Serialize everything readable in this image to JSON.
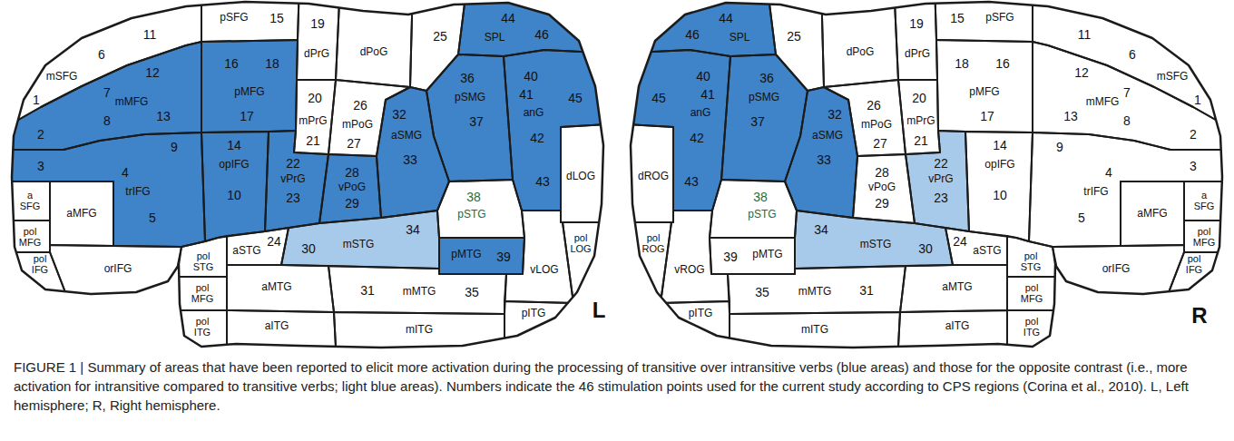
{
  "diagram": {
    "caption": "FIGURE 1 | Summary of areas that have been reported to elicit more activation during the processing of transitive over intransitive verbs (blue areas) and those for the opposite contrast (i.e., more activation for intransitive compared to transitive verbs; light blue areas). Numbers indicate the 46 stimulation points used for the current study according to CPS regions (Corina et al., 2010). L, Left hemisphere; R, Right hemisphere.",
    "labels": [
      "pSFG",
      "15",
      "11",
      "6",
      "mSFG",
      "1",
      "12",
      "7",
      "mMFG",
      "13",
      "8",
      "2",
      "16",
      "18",
      "pMFG",
      "17",
      "19",
      "dPrG",
      "25",
      "dPoG",
      "20",
      "26",
      "mPoG",
      "mPrG",
      "27",
      "21",
      "44",
      "SPL",
      "46",
      "36",
      "pSMG",
      "37",
      "40",
      "41",
      "anG",
      "45",
      "42",
      "43",
      "dLOG",
      "32",
      "aSMG",
      "33",
      "28",
      "vPoG",
      "29",
      "22",
      "vPrG",
      "23",
      "14",
      "opIFG",
      "10",
      "3",
      "aMFG",
      "9",
      "4",
      "trIFG",
      "5",
      "a SFG",
      "pol MFG",
      "pol IFG",
      "orIFG",
      "aSTG",
      "24",
      "pol STG",
      "mSTG",
      "30",
      "34",
      "38",
      "pSTG",
      "pMTG",
      "39",
      "pol LOG",
      "vLOG",
      "aMTG",
      "31",
      "mMTG",
      "35",
      "pol MFG",
      "pol ITG",
      "aITG",
      "mITG",
      "pITG",
      "pSFG",
      "15",
      "11",
      "6",
      "mSFG",
      "1",
      "12",
      "7",
      "mMFG",
      "13",
      "8",
      "2",
      "16",
      "18",
      "pMFG",
      "17",
      "19",
      "dPrG",
      "25",
      "dPoG",
      "20",
      "26",
      "mPoG",
      "mPrG",
      "27",
      "21",
      "44",
      "SPL",
      "46",
      "36",
      "pSMG",
      "37",
      "40",
      "41",
      "anG",
      "45",
      "42",
      "43",
      "dROG",
      "32",
      "aSMG",
      "33",
      "28",
      "vPoG",
      "29",
      "22",
      "vPrG",
      "23",
      "14",
      "opIFG",
      "10",
      "3",
      "aMFG",
      "9",
      "4",
      "trIFG",
      "5",
      "a SFG",
      "pol MFG",
      "pol IFG",
      "orIFG",
      "aSTG",
      "24",
      "pol STG",
      "mSTG",
      "30",
      "34",
      "38",
      "pSTG",
      "pMTG",
      "39",
      "pol ROG",
      "vROG",
      "aMTG",
      "31",
      "mMTG",
      "35",
      "pol MFG",
      "pol ITG",
      "aITG",
      "mITG",
      "pITG",
      "L",
      "R"
    ]
  }
}
